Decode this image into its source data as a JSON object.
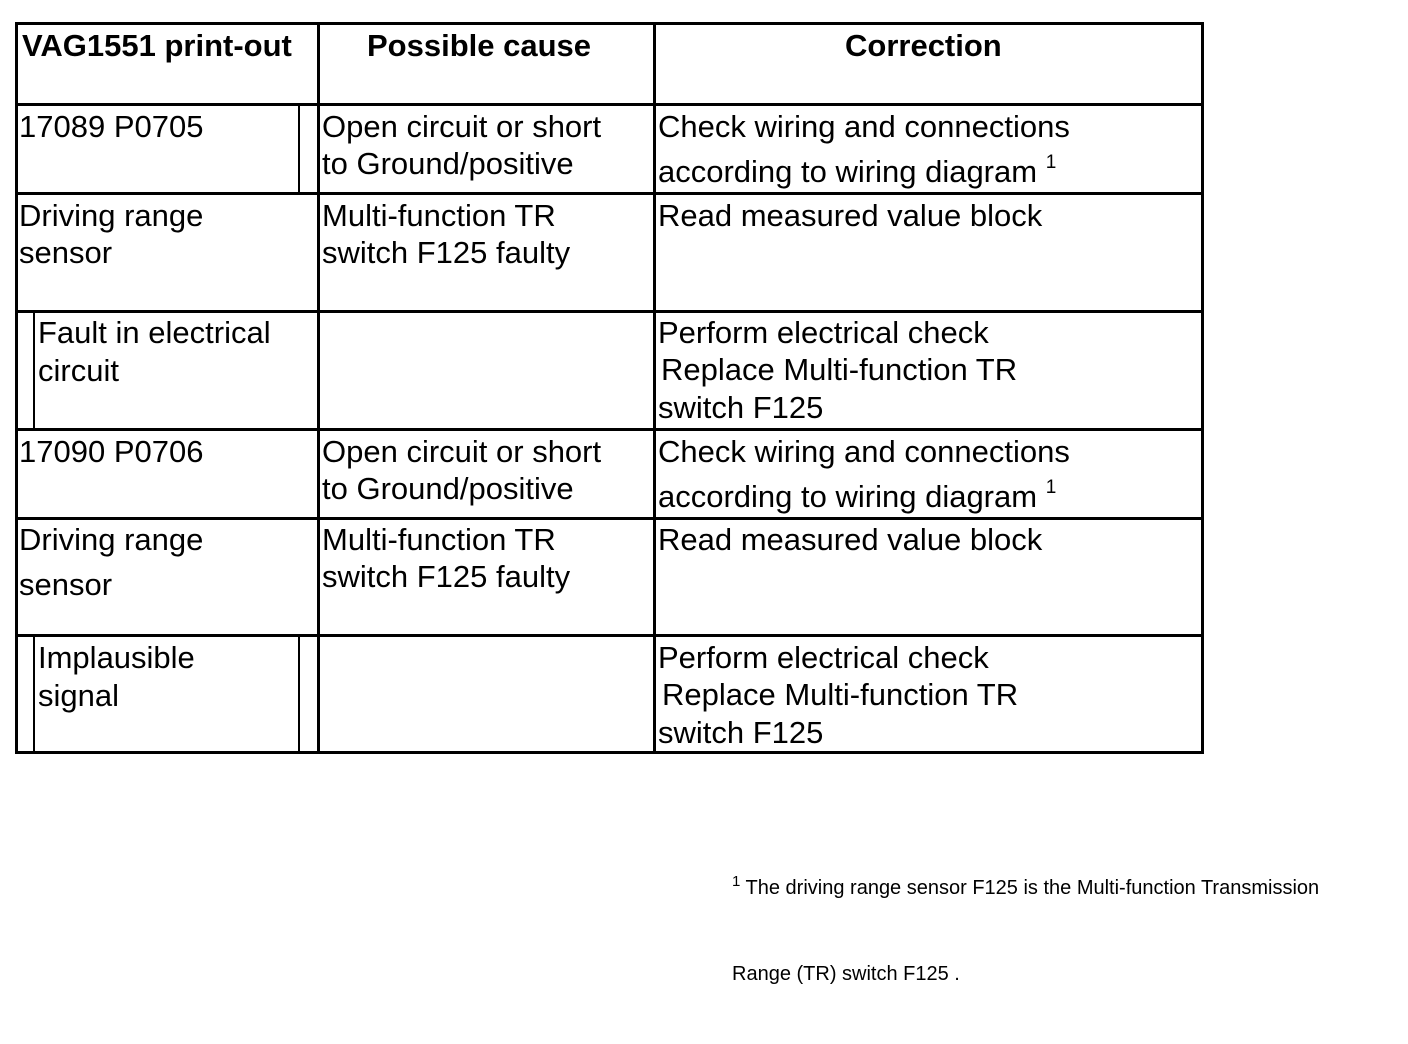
{
  "header": {
    "col1": "VAG1551 print-out",
    "col2": "Possible cause",
    "col3": "Correction"
  },
  "rows": [
    {
      "col1": [
        "17089 P0705"
      ],
      "col2": [
        "Open circuit or short",
        "to Ground/positive"
      ],
      "col3": [
        "Check wiring and connections",
        "according to wiring diagram"
      ],
      "col3_sup": "1"
    },
    {
      "col1": [
        "Driving range",
        "sensor"
      ],
      "col2": [
        "Multi-function TR",
        "switch F125 faulty"
      ],
      "col3": [
        "Read measured value block"
      ]
    },
    {
      "col1": [
        "Fault in electrical",
        "circuit"
      ],
      "col2": [],
      "col3": [
        "Perform electrical check",
        "Replace Multi-function TR",
        "switch F125"
      ]
    },
    {
      "col1": [
        "17090 P0706"
      ],
      "col2": [
        "Open circuit or short",
        "to Ground/positive"
      ],
      "col3": [
        "Check wiring and connections",
        "according to wiring diagram"
      ],
      "col3_sup": "1"
    },
    {
      "col1": [
        "Driving range",
        "sensor"
      ],
      "col2": [
        "Multi-function TR",
        "switch F125 faulty"
      ],
      "col3": [
        "Read measured value block"
      ]
    },
    {
      "col1": [
        "Implausible",
        "signal"
      ],
      "col2": [],
      "col3": [
        "Perform electrical check",
        "Replace Multi-function TR",
        "switch F125"
      ]
    }
  ],
  "footnote": {
    "marker": "1",
    "line1": " The driving range sensor F125 is the Multi-function Transmission",
    "line2": "Range (TR) switch F125 ."
  }
}
